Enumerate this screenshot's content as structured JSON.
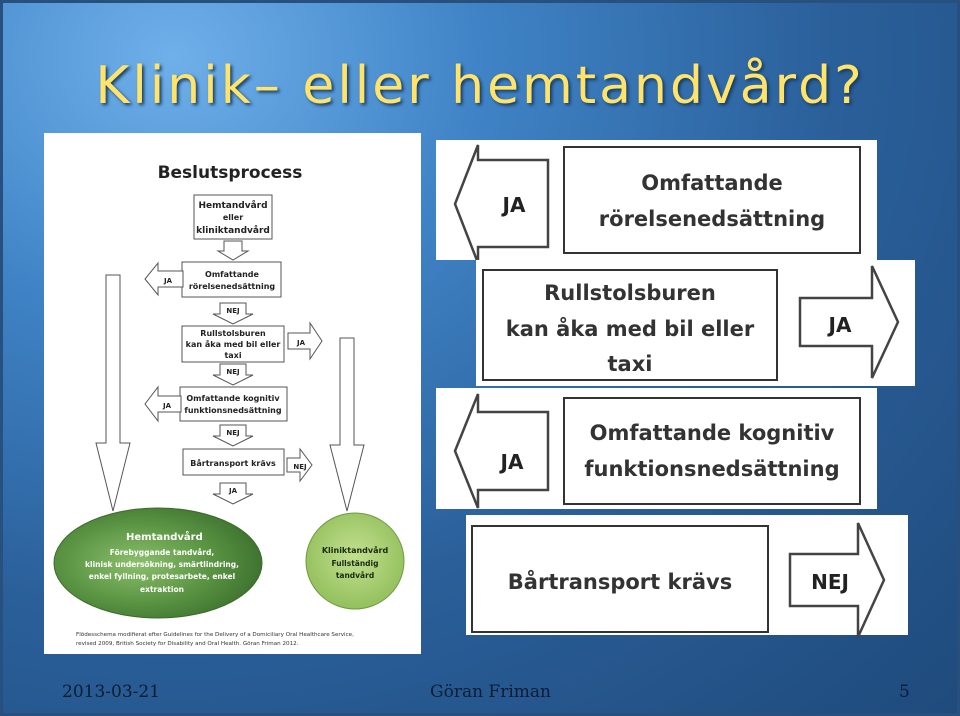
{
  "title": "Klinik– eller hemtandvård?",
  "footer": {
    "date": "2013-03-21",
    "author": "Göran Friman",
    "page": "5"
  },
  "flowchart": {
    "heading": "Beslutsprocess",
    "start": [
      "Hemtandvård",
      "eller",
      "kliniktandvård"
    ],
    "step1": [
      "Omfattande",
      "rörelsenedsättning"
    ],
    "step2": [
      "Rullstolsburen",
      "kan åka med bil eller",
      "taxi"
    ],
    "step3": [
      "Omfattande kognitiv",
      "funktionsnedsättning"
    ],
    "step4": "Bårtransport krävs",
    "ja": "JA",
    "nej": "NEJ",
    "home_outcome": [
      "Hemtandvård",
      "Förebyggande tandvård,",
      "klinisk undersökning, smärtlindring,",
      "enkel fyllning, protesarbete, enkel",
      "extraktion"
    ],
    "clinic_outcome": [
      "Kliniktandvård",
      "Fullständig",
      "tandvård"
    ],
    "source": [
      "Flödesschema modifierat efter Guidelines for the Delivery of a Domiciliary Oral Healthcare Service,",
      "revised 2009, British Society for Disability and Oral Health. Göran Friman 2012."
    ]
  },
  "zoom": {
    "box1": [
      "Omfattande",
      "rörelsenedsättning"
    ],
    "box2": [
      "Rullstolsburen",
      "kan åka med bil eller",
      "taxi"
    ],
    "box3": [
      "Omfattande kognitiv",
      "funktionsnedsättning"
    ],
    "box4": "Bårtransport krävs",
    "ja": "JA",
    "nej": "NEJ"
  },
  "colors": {
    "title": "#ffe36a",
    "home_ellipse": "#4f8a3a",
    "clinic_ellipse": "#9fc86a"
  }
}
